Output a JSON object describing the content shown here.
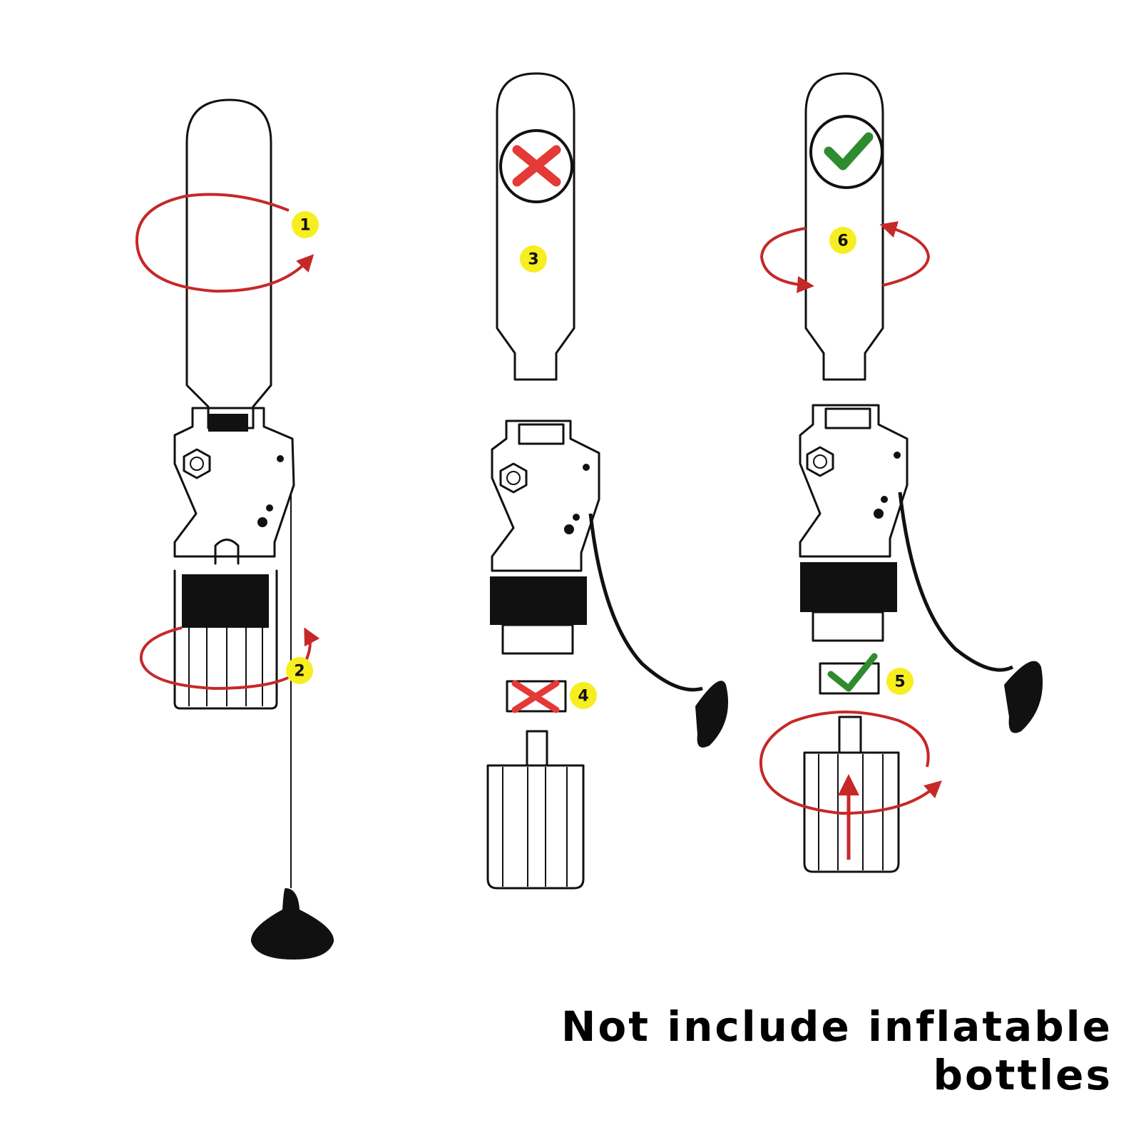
{
  "caption": "Not include inflatable bottles",
  "steps": [
    {
      "label": "1"
    },
    {
      "label": "2"
    },
    {
      "label": "3"
    },
    {
      "label": "4"
    },
    {
      "label": "5"
    },
    {
      "label": "6"
    }
  ],
  "colors": {
    "arrow": "#c62828",
    "badge": "#f7ee1f",
    "check": "#2e8b2e",
    "cross": "#e53935",
    "ink": "#111111"
  },
  "icons": [
    "rotate-arrow-icon",
    "cross-mark-icon",
    "check-mark-icon",
    "push-up-arrow-icon"
  ]
}
